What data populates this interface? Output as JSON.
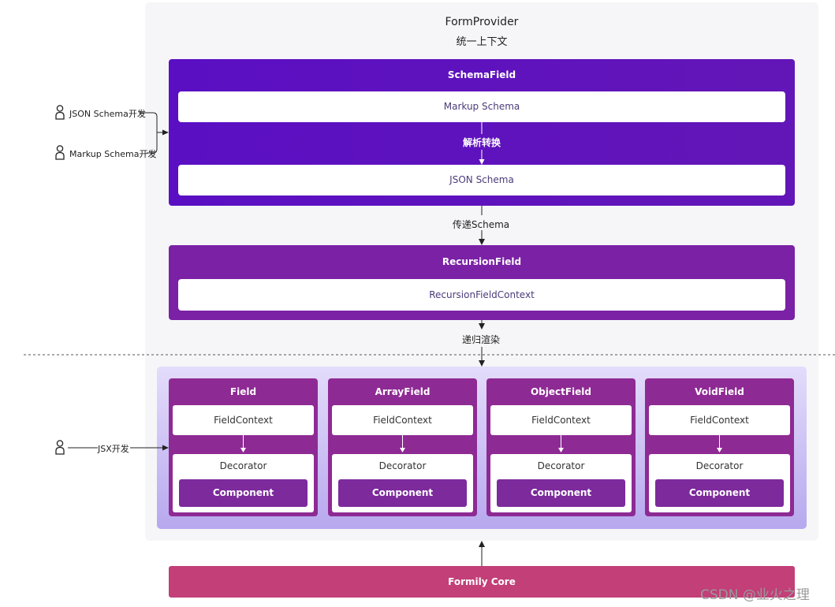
{
  "provider": {
    "title": "FormProvider",
    "subtitle": "统一上下文"
  },
  "schema_field": {
    "title": "SchemaField",
    "markup_schema": "Markup Schema",
    "parse_label": "解析转换",
    "json_schema": "JSON Schema"
  },
  "transfer_label": "传递Schema",
  "recursion_field": {
    "title": "RecursionField",
    "context": "RecursionFieldContext"
  },
  "recursive_render_label": "递归渲染",
  "actors": {
    "json_dev": "JSON Schema开发",
    "markup_dev": "Markup Schema开发",
    "jsx_dev": "JSX开发"
  },
  "field_cards": [
    {
      "title": "Field",
      "context": "FieldContext",
      "decorator": "Decorator",
      "component": "Component"
    },
    {
      "title": "ArrayField",
      "context": "FieldContext",
      "decorator": "Decorator",
      "component": "Component"
    },
    {
      "title": "ObjectField",
      "context": "FieldContext",
      "decorator": "Decorator",
      "component": "Component"
    },
    {
      "title": "VoidField",
      "context": "FieldContext",
      "decorator": "Decorator",
      "component": "Component"
    }
  ],
  "core": {
    "title": "Formily Core"
  },
  "watermark": "CSDN @业火之理",
  "colors": {
    "schema_field": "#5a10c2",
    "recursion_field": "#7a21a5",
    "field_card": "#8e2a94",
    "component": "#7c2a9c",
    "core": "#c23f78"
  },
  "icons": {
    "actor": "person-icon"
  }
}
